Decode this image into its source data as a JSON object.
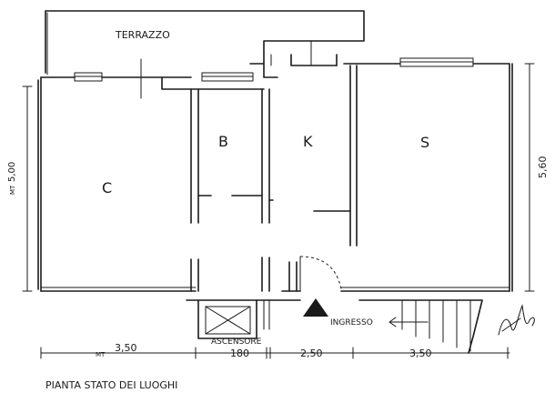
{
  "rooms": {
    "terrace": "TERRAZZO",
    "bathroom": "B",
    "kitchen": "K",
    "bedroom": "C",
    "living": "S"
  },
  "labels": {
    "elevator": "ASCENSORE",
    "entrance": "INGRESSO"
  },
  "dimensions": {
    "left_height_prefix": "MT",
    "left_height": "5,00",
    "right_height": "5,60",
    "seg1_prefix": "MT",
    "seg1": "3,50",
    "seg2": "180",
    "seg3": "2,50",
    "seg4": "3,50"
  },
  "caption": "PIANTA STATO DEI LUOGHI"
}
